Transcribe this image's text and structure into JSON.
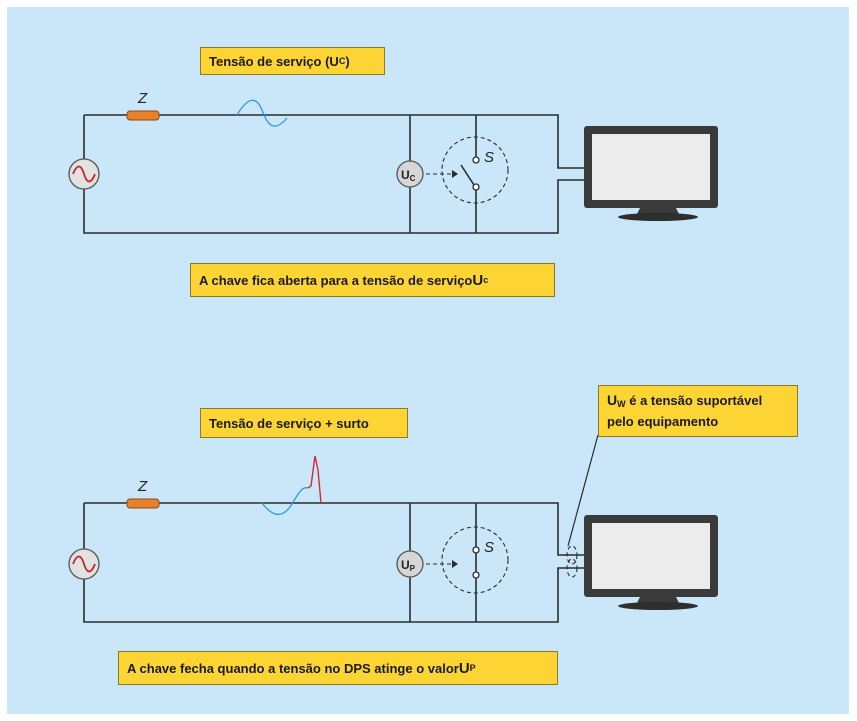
{
  "diagram": {
    "top": {
      "service_label_text": "Tensão de serviço (U",
      "service_label_sub": "C",
      "service_label_close": ")",
      "impedance_symbol": "Z",
      "meter_main": "U",
      "meter_sub": "C",
      "switch_symbol": "S",
      "caption_text": "A chave fica aberta para a tensão de serviço ",
      "caption_bold": "U",
      "caption_sub": "c"
    },
    "bottom": {
      "surge_label": "Tensão de serviço + surto",
      "impedance_symbol": "Z",
      "meter_main": "U",
      "meter_sub": "P",
      "switch_symbol": "S",
      "uw_bold": "U",
      "uw_sub": "W",
      "uw_text": " é a tensão suportável",
      "uw_text2": "pelo equipamento",
      "caption_text": "A chave fecha quando a tensão no DPS atinge o valor ",
      "caption_bold": "U",
      "caption_sub": "P"
    }
  },
  "colors": {
    "background": "#c9e7f8",
    "label_fill": "#fcd535",
    "wave_blue": "#2a9fd8",
    "surge_red": "#d62a2a",
    "impedance": "#e8822a",
    "monitor": "#333333"
  }
}
